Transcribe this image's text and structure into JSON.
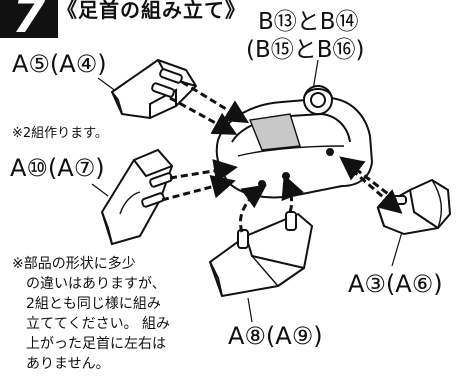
{
  "step": {
    "number": "7",
    "title": "《足首の組み立て》"
  },
  "labels": {
    "top_right_1": "B⑬とB⑭",
    "top_right_2": "(B⑮とB⑯)",
    "left_top": "A⑤(A④)",
    "left_mid": "A⑩(A⑦)",
    "right_bottom": "A③(A⑥)",
    "bottom_center": "A⑧(A⑨)"
  },
  "notes": {
    "pairs": "※2組作ります。",
    "shape_note_lines": [
      "※部品の形状に多少",
      "　の違いはありますが、",
      "　2組とも同じ様に組み",
      "　立ててください。 組み",
      "　上がった足首に左右は",
      "　ありません。"
    ]
  },
  "colors": {
    "ink": "#111111",
    "paper": "#ffffff",
    "shade": "#c8c8c8"
  }
}
